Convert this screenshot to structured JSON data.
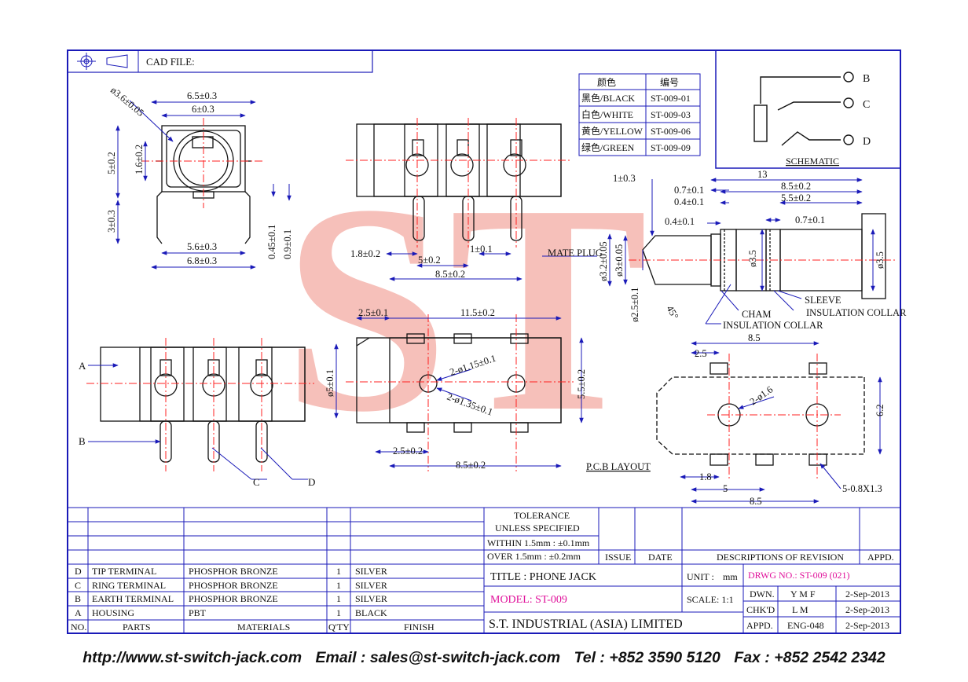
{
  "header": {
    "cad_label": "CAD FILE:"
  },
  "colors": {
    "frame": "#1a1ab8",
    "center": "#ff2020",
    "dim": "#1a1ab8",
    "outline": "#111111",
    "watermark": "#f08a80",
    "magenta": "#e0109a"
  },
  "watermark_text": "ST",
  "color_table": {
    "headers": [
      "颜色",
      "编号"
    ],
    "rows": [
      [
        "黑色/BLACK",
        "ST-009-01"
      ],
      [
        "白色/WHITE",
        "ST-009-03"
      ],
      [
        "黄色/YELLOW",
        "ST-009-06"
      ],
      [
        "绿色/GREEN",
        "ST-009-09"
      ]
    ]
  },
  "schematic": {
    "label": "SCHEMATIC",
    "pins": [
      "B",
      "C",
      "D"
    ]
  },
  "front_view": {
    "dims": [
      "6.5±0.3",
      "6±0.3",
      "ø3.6±0.05",
      "5±0.2",
      "1.6±0.2",
      "3±0.3",
      "5.6±0.3",
      "6.8±0.3",
      "0.45±0.1",
      "0.9±0.1"
    ]
  },
  "top_view": {
    "dims": [
      "1.8±0.2",
      "5±0.2",
      "1±0.1",
      "8.5±0.2"
    ],
    "mate_plug": "MATE PLUG"
  },
  "plug_view": {
    "dims": [
      "1±0.3",
      "0.7±0.1",
      "0.4±0.1",
      "13",
      "8.5±0.2",
      "5.5±0.2",
      "0.4±0.1",
      "0.7±0.1",
      "ø3.2±0.05",
      "ø3±0.05",
      "ø2.5±0.1",
      "ø3.5",
      "ø3.5",
      "45°"
    ],
    "labels": [
      "CHAM",
      "INSULATION COLLAR",
      "SLEEVE",
      "INSULATION COLLAR"
    ]
  },
  "side_view": {
    "pins": [
      "A",
      "B",
      "C",
      "D"
    ]
  },
  "bottom_view": {
    "dims": [
      "2.5±0.1",
      "11.5±0.2",
      "2-ø1.15±0.1",
      "2-ø1.35±0.1",
      "ø5±0.1",
      "5.5±0.2",
      "2.5±0.2",
      "8.5±0.2"
    ]
  },
  "pcb_layout": {
    "label": "P.C.B LAYOUT",
    "dims": [
      "8.5",
      "2.5",
      "2-ø1.6",
      "6.2",
      "1.8",
      "5",
      "8.5",
      "5-0.8X1.3"
    ]
  },
  "tolerance": {
    "title1": "TOLERANCE",
    "title2": "UNLESS  SPECIFIED",
    "within": "WITHIN  1.5mm : ±0.1mm",
    "over": "OVER    1.5mm : ±0.2mm"
  },
  "revision_headers": [
    "ISSUE",
    "DATE",
    "DESCRIPTIONS  OF  REVISION",
    "APPD."
  ],
  "parts": {
    "headers": [
      "NO.",
      "PARTS",
      "MATERIALS",
      "Q'TY",
      "FINISH"
    ],
    "rows": [
      [
        "D",
        "TIP TERMINAL",
        "PHOSPHOR BRONZE",
        "1",
        "SILVER"
      ],
      [
        "C",
        "RING TERMINAL",
        "PHOSPHOR BRONZE",
        "1",
        "SILVER"
      ],
      [
        "B",
        "EARTH TERMINAL",
        "PHOSPHOR BRONZE",
        "1",
        "SILVER"
      ],
      [
        "A",
        "HOUSING",
        "PBT",
        "1",
        "BLACK"
      ]
    ]
  },
  "title_block": {
    "title": "TITLE : PHONE JACK",
    "model": "MODEL: ST-009",
    "unit_label": "UNIT :",
    "unit": "mm",
    "scale": "SCALE:  1:1",
    "drwg": "DRWG NO.: ST-009 (021)",
    "company": "S.T.  INDUSTRIAL  (ASIA)  LIMITED",
    "signoff": [
      [
        "DWN.",
        "Y M F",
        "2-Sep-2013"
      ],
      [
        "CHK'D",
        "L M",
        "2-Sep-2013"
      ],
      [
        "APPD.",
        "ENG-048",
        "2-Sep-2013"
      ]
    ]
  },
  "footer": {
    "url": "http://www.st-switch-jack.com",
    "email": "Email : sales@st-switch-jack.com",
    "tel": "Tel : +852 3590 5120",
    "fax": "Fax : +852 2542 2342"
  }
}
